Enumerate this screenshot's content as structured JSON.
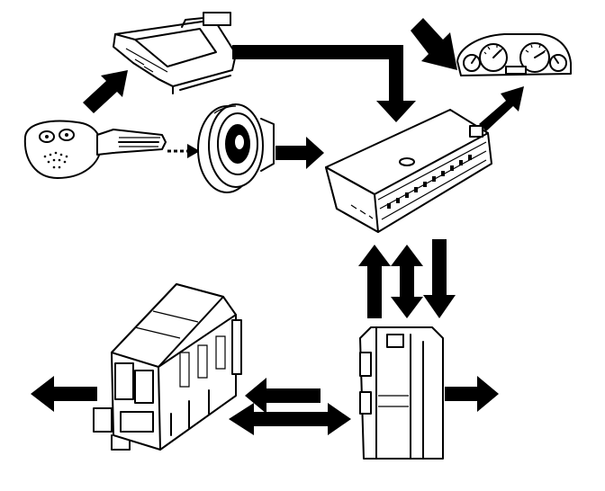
{
  "diagram": {
    "components": [
      {
        "id": "transceiver",
        "icon": "antenna-module-icon"
      },
      {
        "id": "key",
        "icon": "key-fob-icon"
      },
      {
        "id": "ignition",
        "icon": "ignition-switch-icon"
      },
      {
        "id": "instrument-cluster",
        "icon": "instrument-cluster-icon"
      },
      {
        "id": "control-module",
        "icon": "control-module-icon"
      },
      {
        "id": "connector",
        "icon": "connector-module-icon"
      },
      {
        "id": "fuse-box",
        "icon": "fuse-box-icon"
      }
    ],
    "colors": {
      "ink": "#000000",
      "background": "#ffffff"
    }
  }
}
